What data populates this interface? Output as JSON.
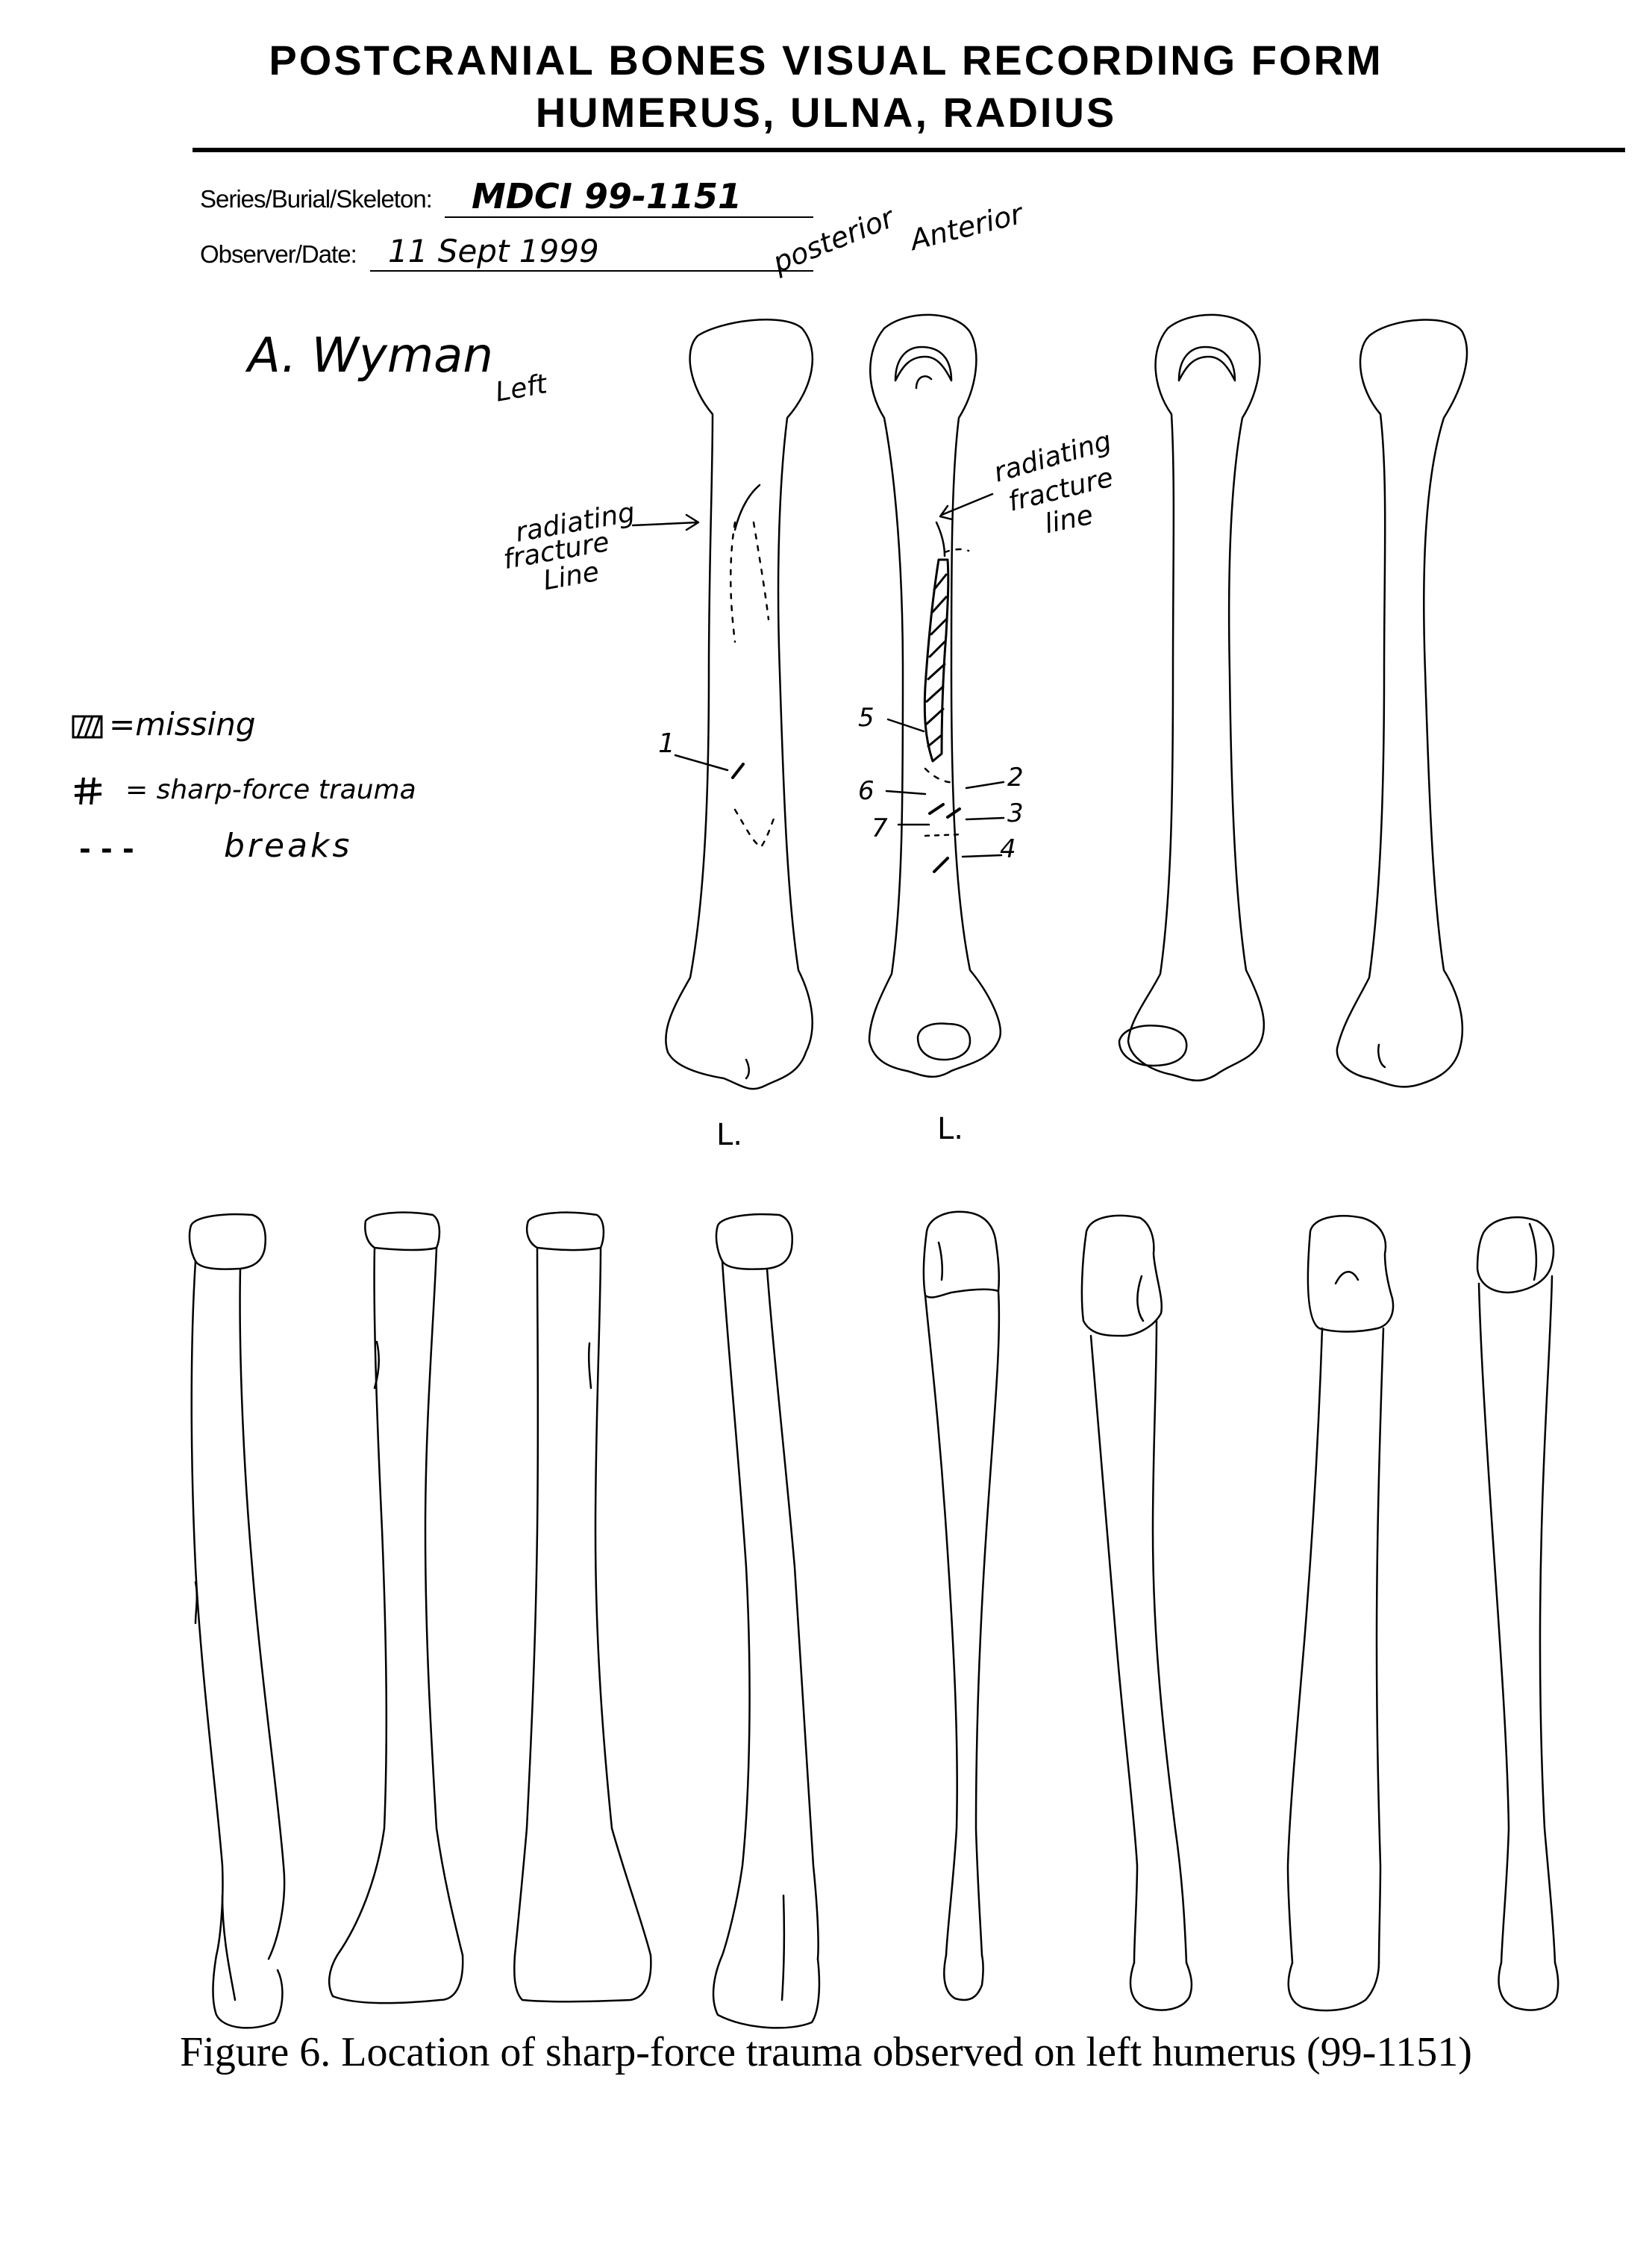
{
  "form": {
    "title_line1": "POSTCRANIAL BONES VISUAL RECORDING FORM",
    "title_line2": "HUMERUS, ULNA, RADIUS"
  },
  "fields": {
    "series_label": "Series/Burial/Skeleton:",
    "series_value": "MDCI 99-1151",
    "observer_label": "Observer/Date:",
    "observer_value": "11 Sept 1999"
  },
  "annotations": {
    "observer_name": "A. Wyman",
    "side": "Left",
    "view_posterior": "posterior",
    "view_anterior": "Anterior",
    "fracture_left_1": "radiating",
    "fracture_left_2": "fracture",
    "fracture_left_3": "Line",
    "fracture_right_1": "radiating",
    "fracture_right_2": "fracture",
    "fracture_right_3": "line",
    "side_mark_1": "L.",
    "side_mark_2": "L.",
    "marks": [
      "1",
      "2",
      "3",
      "4",
      "5",
      "6",
      "7"
    ]
  },
  "legend": {
    "missing": "=missing",
    "sharp_force": "= sharp-force trauma",
    "breaks_symbol": "- - -",
    "breaks": "breaks"
  },
  "caption": "Figure 6. Location of sharp-force trauma observed on left humerus (99-1151)"
}
